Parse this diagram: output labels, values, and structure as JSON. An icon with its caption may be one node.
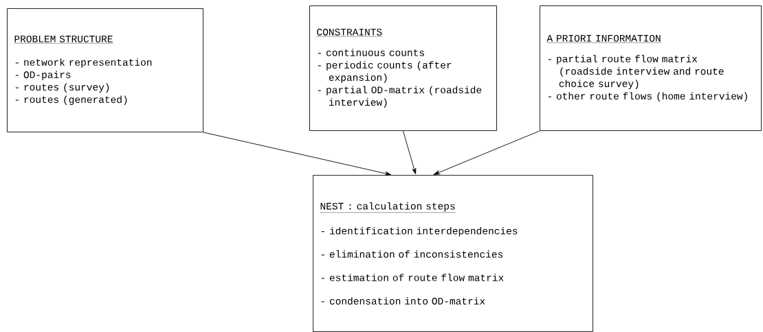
{
  "diagram": {
    "nodes": [
      {
        "text": [
          "PROBLEM STRUCTURE",
          "- network representation",
          "- OD-pairs",
          "- routes (survey)",
          "- routes (generated)"
        ]
      },
      {
        "text": [
          "CONSTRAINTS",
          "- continuous counts",
          "- periodic counts (after expansion)",
          "- partial OD-matrix (roadside interview)"
        ]
      },
      {
        "text": [
          "A PRIORI INFORMATION",
          "- partial route flow matrix (roadside interview and route choice survey)",
          "- other route flows (home interview)"
        ]
      },
      {
        "text": [
          "NEST : calculation steps",
          "- identification interdependencies",
          "- elimination of inconsistencies",
          "- estimation of route flow matrix",
          "- condensation into OD-matrix"
        ]
      }
    ],
    "edges": [
      {
        "from": 0,
        "to": 3,
        "arrow": "to"
      },
      {
        "from": 1,
        "to": 3,
        "arrow": "to"
      },
      {
        "from": 2,
        "to": 3,
        "arrow": "to"
      }
    ]
  }
}
